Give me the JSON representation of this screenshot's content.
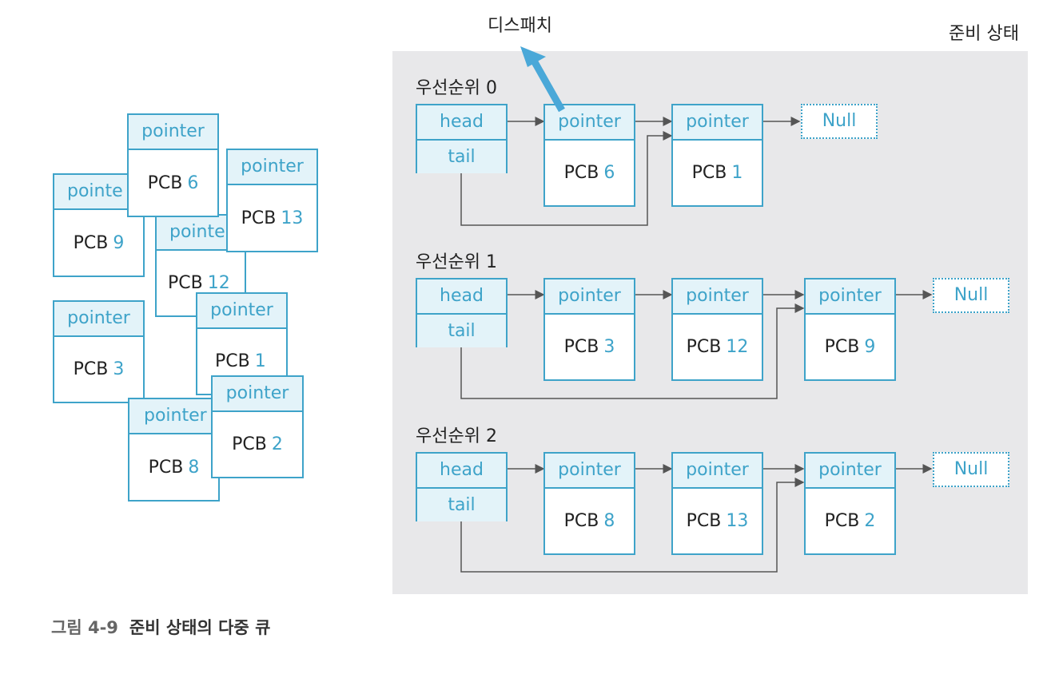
{
  "dispatch_label": "디스패치",
  "ready_state_label": "준비 상태",
  "queues": [
    {
      "label": "우선순위 0",
      "head": "head",
      "tail": "tail",
      "nodes": [
        {
          "pointer": "pointer",
          "pcb": "PCB",
          "num": "6"
        },
        {
          "pointer": "pointer",
          "pcb": "PCB",
          "num": "1"
        }
      ],
      "null": "Null"
    },
    {
      "label": "우선순위 1",
      "head": "head",
      "tail": "tail",
      "nodes": [
        {
          "pointer": "pointer",
          "pcb": "PCB",
          "num": "3"
        },
        {
          "pointer": "pointer",
          "pcb": "PCB",
          "num": "12"
        },
        {
          "pointer": "pointer",
          "pcb": "PCB",
          "num": "9"
        }
      ],
      "null": "Null"
    },
    {
      "label": "우선순위 2",
      "head": "head",
      "tail": "tail",
      "nodes": [
        {
          "pointer": "pointer",
          "pcb": "PCB",
          "num": "8"
        },
        {
          "pointer": "pointer",
          "pcb": "PCB",
          "num": "13"
        },
        {
          "pointer": "pointer",
          "pcb": "PCB",
          "num": "2"
        }
      ],
      "null": "Null"
    }
  ],
  "scattered_pcbs": [
    {
      "pointer": "pointe",
      "pcb": "PCB",
      "num": "9"
    },
    {
      "pointer": "pointe",
      "pcb": "PCB",
      "num": "12"
    },
    {
      "pointer": "pointer",
      "pcb": "PCB",
      "num": "6"
    },
    {
      "pointer": "pointer",
      "pcb": "PCB",
      "num": "13"
    },
    {
      "pointer": "pointer",
      "pcb": "PCB",
      "num": "3"
    },
    {
      "pointer": "pointer",
      "pcb": "PCB",
      "num": "1"
    },
    {
      "pointer": "pointer",
      "pcb": "PCB",
      "num": "8"
    },
    {
      "pointer": "pointer",
      "pcb": "PCB",
      "num": "2"
    }
  ],
  "caption": {
    "figure": "그림 4-9",
    "text": "준비 상태의 다중 큐"
  },
  "colors": {
    "accent": "#3ea3c9",
    "panel": "#e8e8ea",
    "arrow": "#555555",
    "dispatch_arrow": "#4aa8d8"
  }
}
